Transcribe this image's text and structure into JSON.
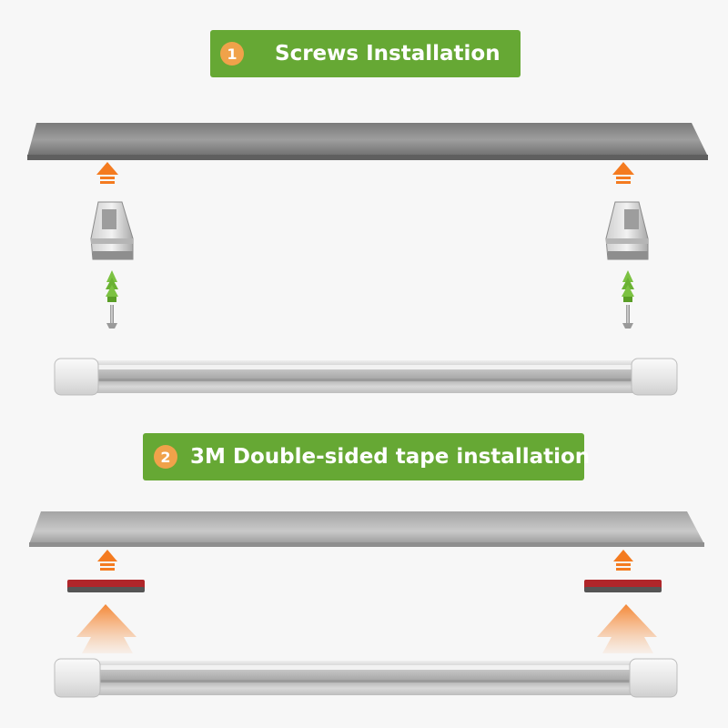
{
  "colors": {
    "banner_green": "#66a834",
    "badge_orange": "#f0a24a",
    "arrow_orange": "#f47b20",
    "anchor_green": "#7cc242",
    "tape_red": "#b0262a"
  },
  "steps": [
    {
      "number": "1",
      "title": "Screws Installation"
    },
    {
      "number": "2",
      "title": "3M Double-sided tape installation"
    }
  ]
}
